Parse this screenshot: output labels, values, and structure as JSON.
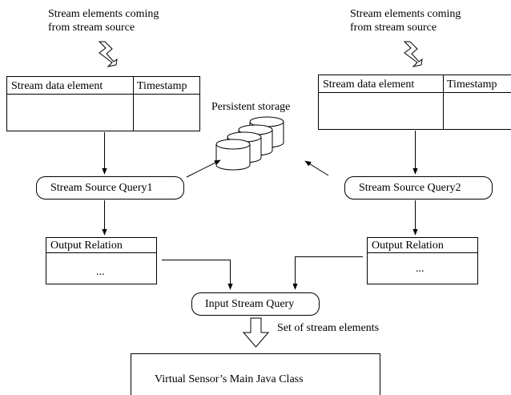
{
  "left_source": {
    "caption_line1": "Stream elements coming",
    "caption_line2": "from stream source",
    "col1": "Stream data element",
    "col2": "Timestamp",
    "query": "Stream Source Query1",
    "output_title": "Output Relation",
    "output_body": "..."
  },
  "right_source": {
    "caption_line1": "Stream elements coming",
    "caption_line2": "from stream source",
    "col1": "Stream data element",
    "col2": "Timestamp",
    "query": "Stream Source Query2",
    "output_title": "Output Relation",
    "output_body": "..."
  },
  "storage": {
    "label": "Persistent storage"
  },
  "input_query": {
    "label": "Input Stream Query"
  },
  "result": {
    "arrow_label": "Set of stream elements",
    "main_class": "Virtual Sensor’s Main Java Class"
  }
}
